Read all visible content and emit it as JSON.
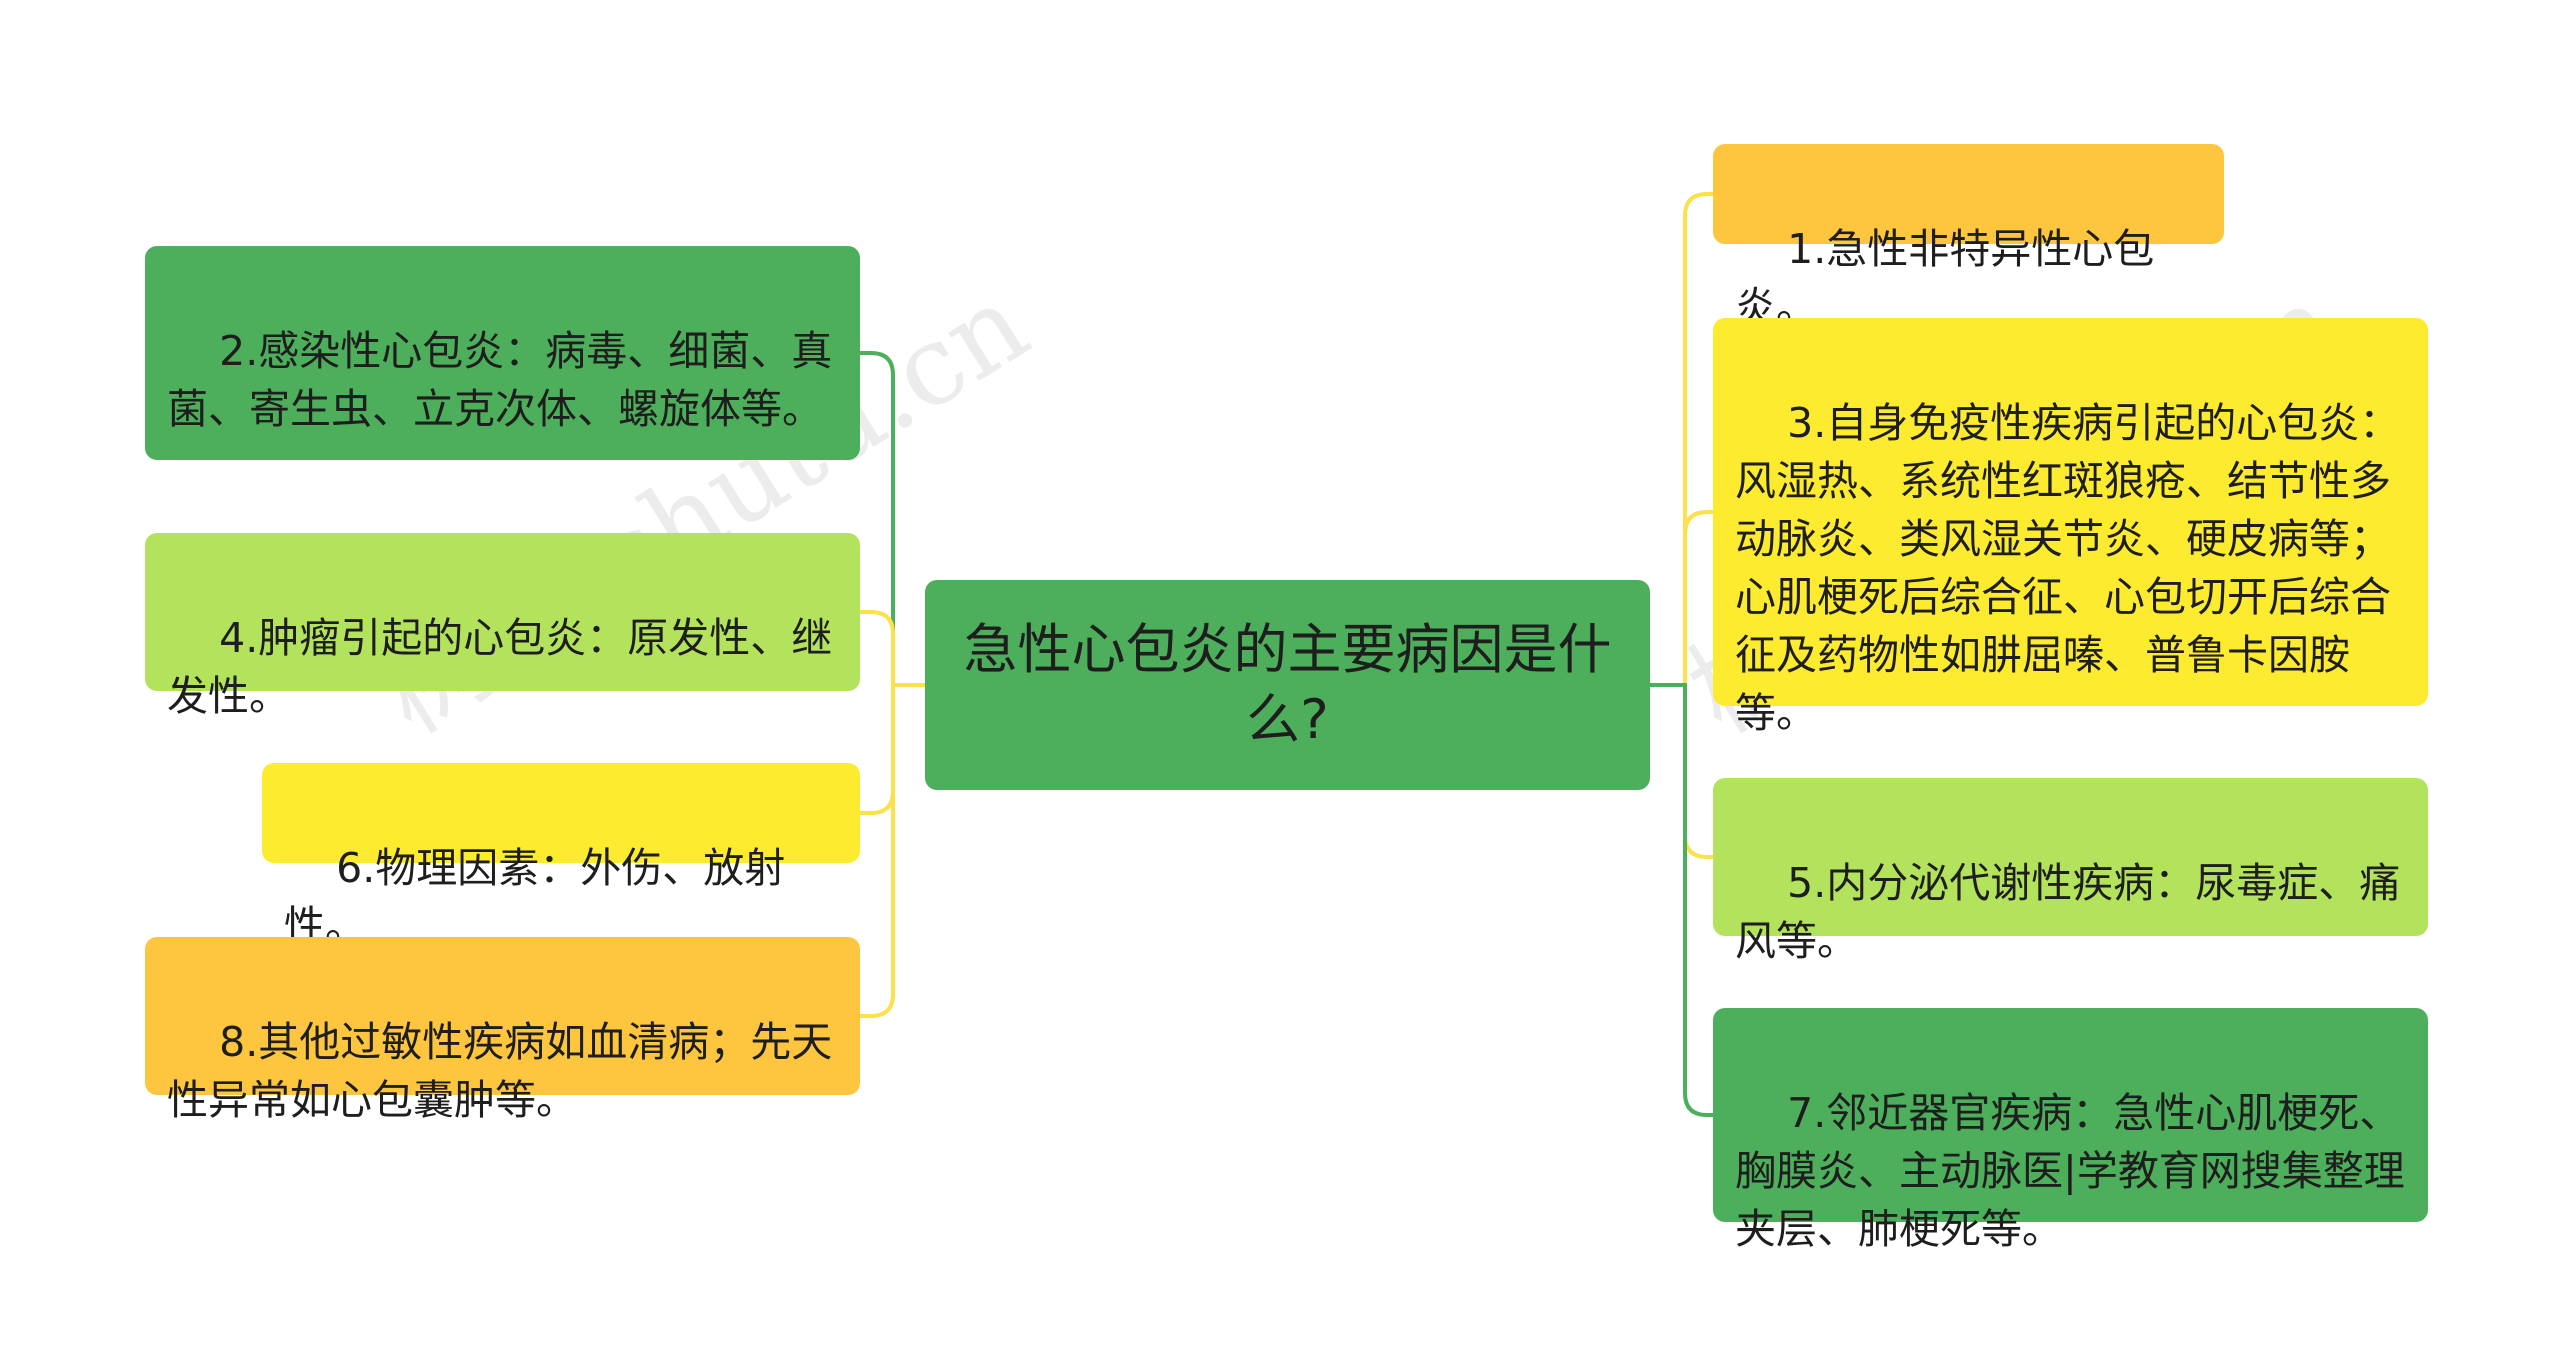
{
  "colors": {
    "dark_green": "#4daf5b",
    "light_green": "#b3e35c",
    "yellow": "#fdeb30",
    "orange": "#fec63e",
    "link_green": "#4daf5b",
    "link_yellow": "#fde14a"
  },
  "watermark": "树图 shutu.cn",
  "center": {
    "text": "急性心包炎的主要病因是什么?",
    "color": "#4daf5b"
  },
  "left_nodes": [
    {
      "text": "2.感染性心包炎：病毒、细菌、真菌、寄生虫、立克次体、螺旋体等。",
      "color": "#4daf5b",
      "link": "#4daf5b"
    },
    {
      "text": "4.肿瘤引起的心包炎：原发性、继发性。",
      "color": "#b3e35c",
      "link": "#fde14a"
    },
    {
      "text": "6.物理因素：外伤、放射性。",
      "color": "#fdeb30",
      "link": "#fde14a"
    },
    {
      "text": "8.其他过敏性疾病如血清病；先天性异常如心包囊肿等。",
      "color": "#fec63e",
      "link": "#fde14a"
    }
  ],
  "right_nodes": [
    {
      "text": "1.急性非特异性心包炎。",
      "color": "#fec63e",
      "link": "#fde14a"
    },
    {
      "text": "3.自身免疫性疾病引起的心包炎：风湿热、系统性红斑狼疮、结节性多动脉炎、类风湿关节炎、硬皮病等；心肌梗死后综合征、心包切开后综合征及药物性如肼屈嗪、普鲁卡因胺等。",
      "color": "#fdeb30",
      "link": "#fde14a"
    },
    {
      "text": "5.内分泌代谢性疾病：尿毒症、痛风等。",
      "color": "#b3e35c",
      "link": "#fde14a"
    },
    {
      "text": "7.邻近器官疾病：急性心肌梗死、胸膜炎、主动脉医|学教育网搜集整理夹层、肺梗死等。",
      "color": "#4daf5b",
      "link": "#4daf5b"
    }
  ]
}
